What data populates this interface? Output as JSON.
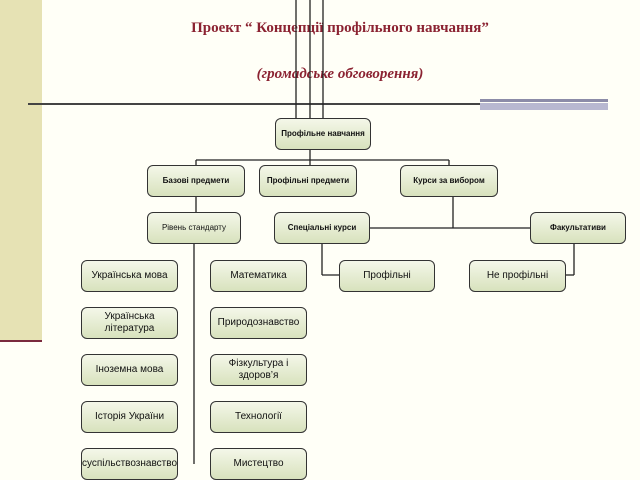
{
  "header": {
    "title": "Проект “ Концепції профільного навчання”",
    "subtitle": "(громадське обговорення)"
  },
  "nodes": {
    "root": "Профільне навчання",
    "basic": "Базові предмети",
    "profile": "Профільні предмети",
    "elective": "Курси за вибором",
    "standard": "Рівень стандарту",
    "special": "Спеціальні курси",
    "optional": "Факультативи",
    "profiled": "Профільні",
    "nonprofiled": "Не профільні",
    "ukr_lang": "Українська мова",
    "math": "Математика",
    "ukr_lit": "Українська література",
    "natural": "Природознавство",
    "foreign": "Іноземна мова",
    "pe_health": "Фізкультура і здоров’я",
    "history": "Історія України",
    "tech": "Технології",
    "social": "суспільствознавство",
    "art": "Мистецтво"
  }
}
